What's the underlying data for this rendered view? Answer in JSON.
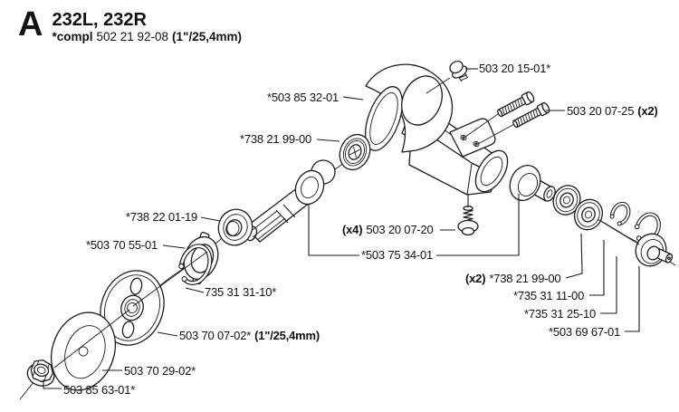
{
  "diagram": {
    "background": "#ffffff",
    "line_color": "#1c1c1c"
  },
  "header": {
    "section_letter": "A",
    "models": "232L, 232R",
    "compl_prefix": "*compl",
    "compl_number": "502 21 92-08",
    "compl_size": "(1\"/25,4mm)"
  },
  "labels": [
    {
      "id": "top-screw",
      "number": "503 20 15-01*"
    },
    {
      "id": "clamp-bolts",
      "number": "503 20 07-25",
      "qty": "(x2)"
    },
    {
      "id": "gear-housing",
      "number": "*503 85 32-01"
    },
    {
      "id": "front-bearing-seal",
      "number": "*738 21 99-00"
    },
    {
      "id": "front-bearing",
      "number": "*738 22 01-19"
    },
    {
      "id": "support-washer",
      "number": "*503 70 55-01"
    },
    {
      "id": "front-lock-ring",
      "number": "735 31 31-10*"
    },
    {
      "id": "drive-disc",
      "number": "503 70 07-02*",
      "size": "(1\"/25,4mm)"
    },
    {
      "id": "support-cup",
      "number": "503 70 29-02*"
    },
    {
      "id": "lock-nut",
      "number": "503 85 63-01*"
    },
    {
      "id": "housing-screws",
      "qty": "(x4)",
      "number": "503 20 07-20"
    },
    {
      "id": "bevel-gear-set",
      "number": "*503 75 34-01"
    },
    {
      "id": "output-bearings",
      "qty": "(x2)",
      "number": "*738 21 99-00"
    },
    {
      "id": "small-lock-ring",
      "number": "*735 31 11-00"
    },
    {
      "id": "output-lock-ring",
      "number": "*735 31 25-10"
    },
    {
      "id": "end-cap",
      "number": "*503 69 67-01"
    }
  ]
}
